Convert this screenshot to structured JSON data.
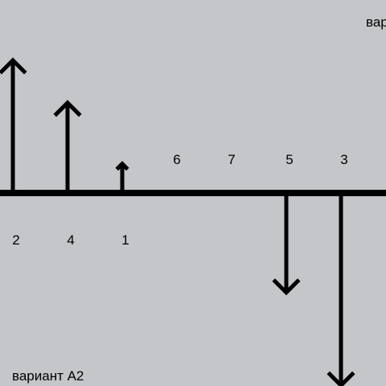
{
  "colors": {
    "background": "#c5c6ca",
    "ink": "#000000"
  },
  "captions": {
    "bottom_left": "вариант А2",
    "top_right": "вар"
  },
  "items": [
    {
      "label": "2",
      "direction": "up",
      "magnitude": 1.0
    },
    {
      "label": "4",
      "direction": "up",
      "magnitude": 0.68
    },
    {
      "label": "1",
      "direction": "up",
      "magnitude": 0.22
    },
    {
      "label": "6",
      "direction": "none",
      "magnitude": 0
    },
    {
      "label": "7",
      "direction": "none",
      "magnitude": 0
    },
    {
      "label": "5",
      "direction": "down",
      "magnitude": 0.75
    },
    {
      "label": "3",
      "direction": "down",
      "magnitude": 1.45
    }
  ]
}
